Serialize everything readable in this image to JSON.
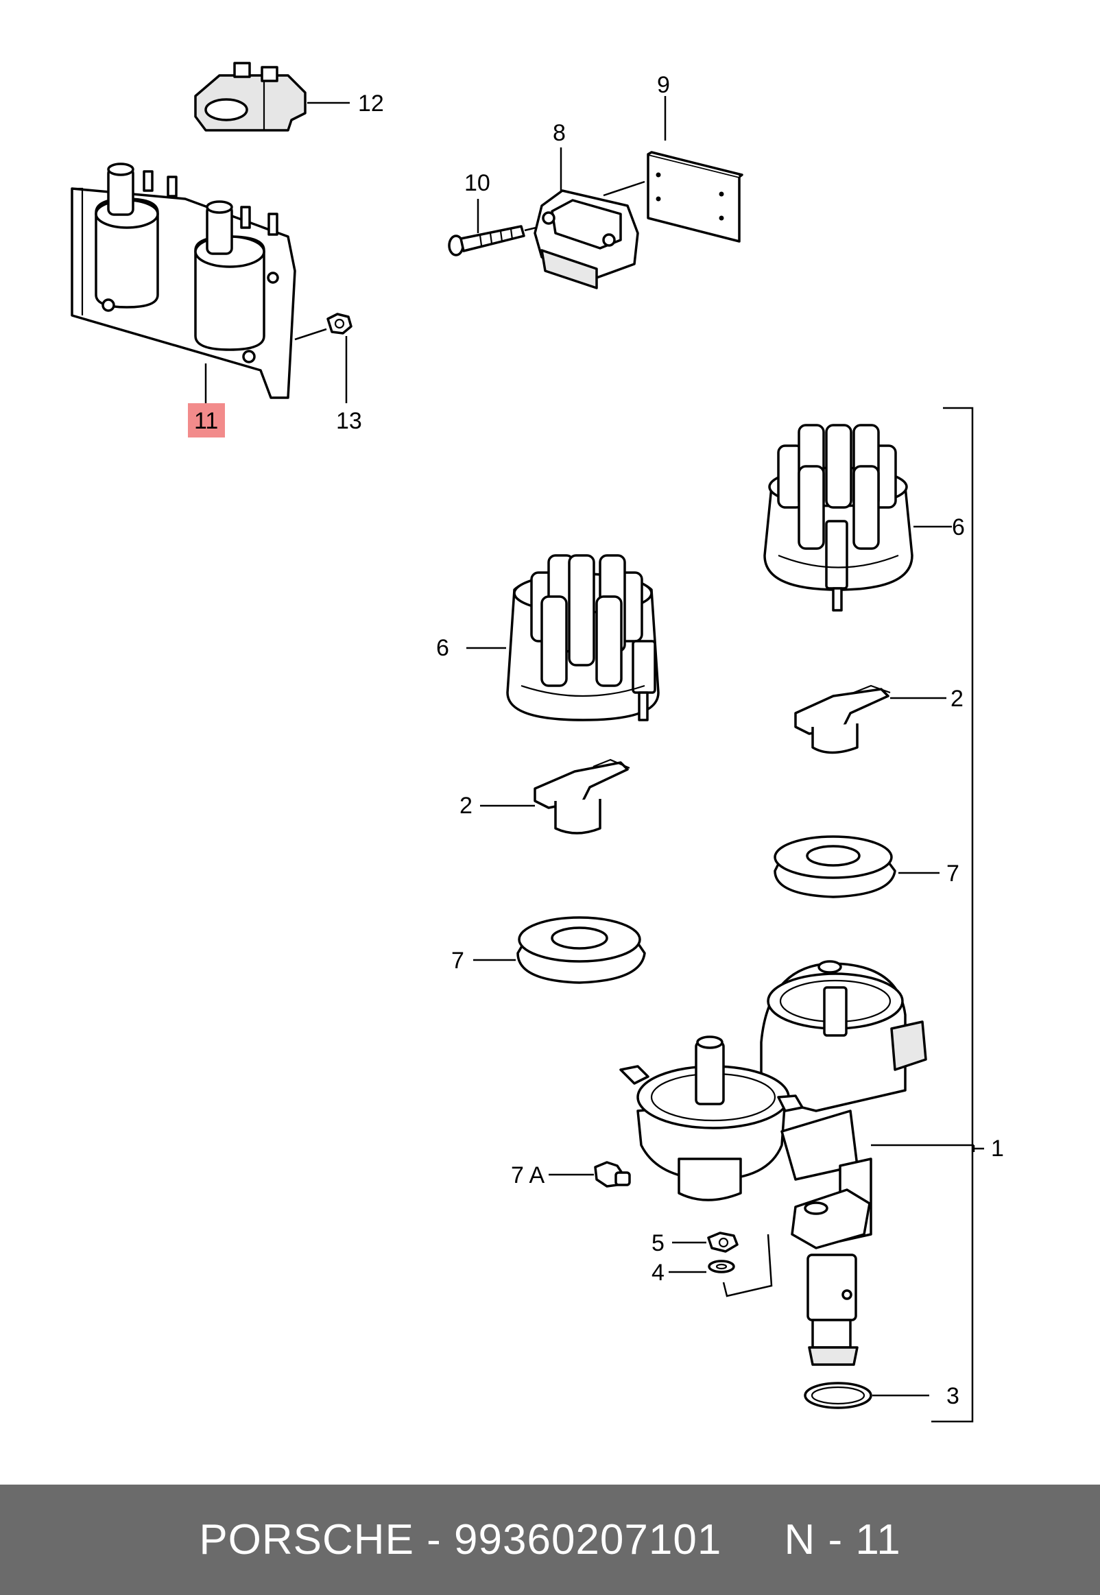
{
  "callouts": {
    "c1": "1",
    "c2a": "2",
    "c2b": "2",
    "c3": "3",
    "c4": "4",
    "c5": "5",
    "c6a": "6",
    "c6b": "6",
    "c7a": "7",
    "c7b": "7",
    "c7A": "7 A",
    "c8": "8",
    "c9": "9",
    "c10": "10",
    "c11": "11",
    "c12": "12",
    "c13": "13"
  },
  "highlight_color": "#f28b8b",
  "footer": {
    "text": "PORSCHE - 99360207101     N - 11",
    "background": "#6b6b6b"
  }
}
